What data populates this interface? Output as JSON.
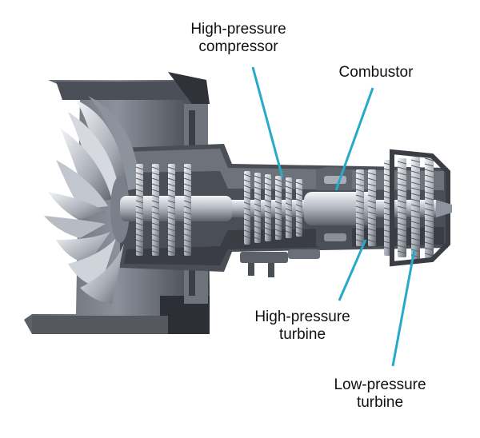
{
  "labels": {
    "hp_compressor": [
      "High-pressure",
      "compressor"
    ],
    "combustor": [
      "Combustor"
    ],
    "hp_turbine": [
      "High-pressure",
      "turbine"
    ],
    "lp_turbine": [
      "Low-pressure",
      "turbine"
    ]
  },
  "colors": {
    "leader_line": "#29a9c9",
    "metal_dark": "#3a3d44",
    "metal_mid": "#7d838e",
    "metal_light": "#c9ced6",
    "label_text": "#111111"
  }
}
